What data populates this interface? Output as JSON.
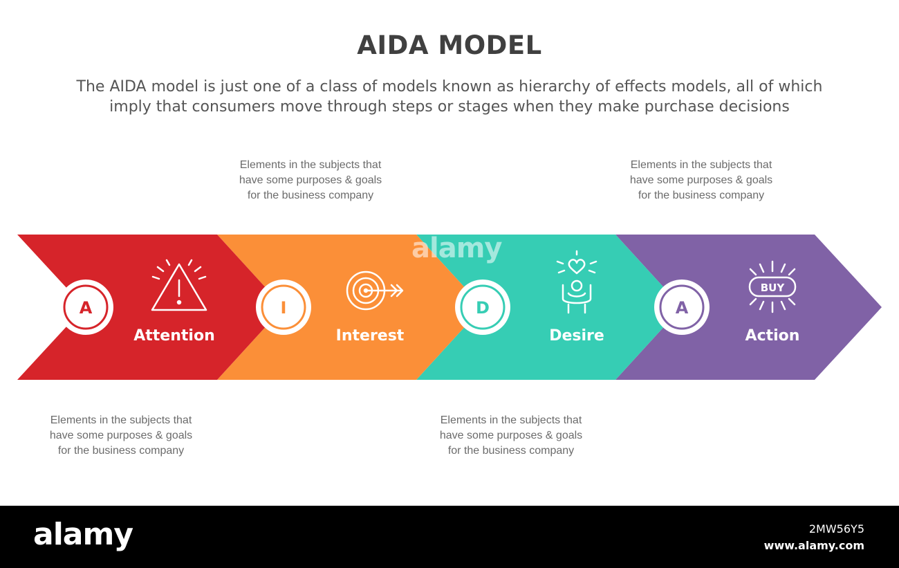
{
  "header": {
    "title": "AIDA MODEL",
    "subtitle_line1": "The AIDA model is just one of a class of models known as hierarchy of effects models, all of which",
    "subtitle_line2": "imply that consumers move through steps or stages when they make purchase decisions"
  },
  "stages": [
    {
      "letter": "A",
      "label": "Attention",
      "color": "#d6242a",
      "icon": "warning-icon"
    },
    {
      "letter": "I",
      "label": "Interest",
      "color": "#fb8f38",
      "icon": "target-icon"
    },
    {
      "letter": "D",
      "label": "Desire",
      "color": "#36cdb4",
      "icon": "heart-hand-icon"
    },
    {
      "letter": "A",
      "label": "Action",
      "color": "#8062a6",
      "icon": "buy-icon"
    }
  ],
  "icons": {
    "buy_text": "BUY"
  },
  "notes": [
    {
      "line1": "Elements in the subjects that",
      "line2": "have  some purposes & goals",
      "line3": "for the  business company"
    },
    {
      "line1": "Elements in the subjects that",
      "line2": "have  some purposes & goals",
      "line3": "for the  business company"
    },
    {
      "line1": "Elements in the subjects that",
      "line2": "have  some purposes & goals",
      "line3": "for the  business company"
    },
    {
      "line1": "Elements in the subjects that",
      "line2": "have  some purposes & goals",
      "line3": "for the  business company"
    }
  ],
  "watermark": {
    "logo": "alamy",
    "image_id": "2MW56Y5",
    "url": "www.alamy.com"
  }
}
